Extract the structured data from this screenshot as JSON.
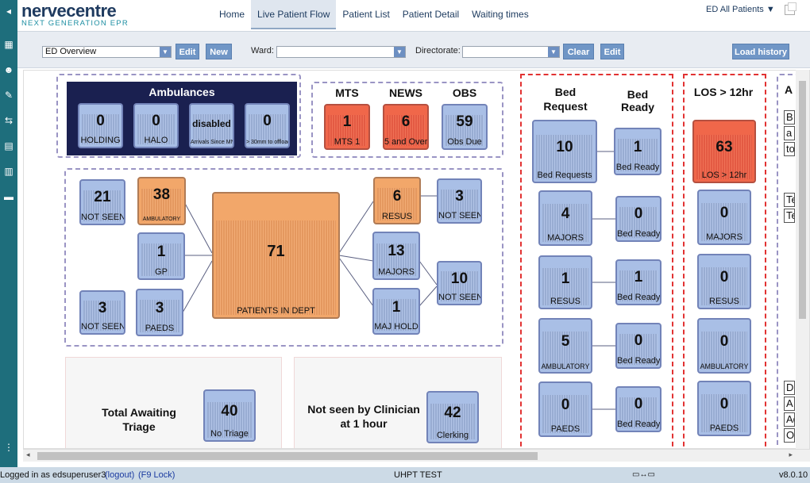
{
  "brand": {
    "name": "nervecentre",
    "sub": "NEXT GENERATION EPR"
  },
  "nav": [
    "Home",
    "Live Patient Flow",
    "Patient List",
    "Patient Detail",
    "Waiting times"
  ],
  "ed_selector": "ED All Patients ▼",
  "toolbar": {
    "view_select": "ED Overview",
    "edit1": "Edit",
    "new": "New",
    "ward_label": "Ward:",
    "directorate_label": "Directorate:",
    "clear": "Clear",
    "edit2": "Edit",
    "load_history": "Load history"
  },
  "ambulances": {
    "title": "Ambulances",
    "tiles": [
      {
        "value": "0",
        "label": "HOLDING"
      },
      {
        "value": "0",
        "label": "HALO"
      },
      {
        "value": "disabled",
        "label": "Arrivals Since MN"
      },
      {
        "value": "0",
        "label": "> 30mm to offload"
      }
    ]
  },
  "triage": {
    "headers": [
      "MTS",
      "NEWS",
      "OBS"
    ],
    "tiles": [
      {
        "value": "1",
        "label": "MTS 1"
      },
      {
        "value": "6",
        "label": "5 and Over"
      },
      {
        "value": "59",
        "label": "Obs Due"
      }
    ]
  },
  "flow": {
    "not_seen_top": {
      "value": "21",
      "label": "NOT SEEN"
    },
    "ambulatory": {
      "value": "38",
      "label": "AMBULATORY"
    },
    "gp": {
      "value": "1",
      "label": "GP"
    },
    "not_seen_paeds": {
      "value": "3",
      "label": "NOT SEEN"
    },
    "paeds": {
      "value": "3",
      "label": "PAEDS"
    },
    "dept": {
      "value": "71",
      "label": "PATIENTS IN DEPT"
    },
    "resus": {
      "value": "6",
      "label": "RESUS"
    },
    "resus_not_seen": {
      "value": "3",
      "label": "NOT SEEN"
    },
    "majors": {
      "value": "13",
      "label": "MAJORS"
    },
    "maj_hold": {
      "value": "1",
      "label": "MAJ HOLD"
    },
    "majors_not_seen": {
      "value": "10",
      "label": "NOT SEEN"
    }
  },
  "awaiting": {
    "title": "Total Awaiting Triage",
    "value": "40",
    "label": "No Triage"
  },
  "notseen1h": {
    "title": "Not seen by Clinician at 1 hour",
    "value": "42",
    "label": "Clerking"
  },
  "beds": {
    "header_request": "Bed Request",
    "header_ready": "Bed Ready",
    "rows": [
      {
        "req": "10",
        "req_label": "Bed Requests",
        "ready": "1",
        "ready_label": "Bed Ready"
      },
      {
        "req": "4",
        "req_label": "MAJORS",
        "ready": "0",
        "ready_label": "Bed Ready"
      },
      {
        "req": "1",
        "req_label": "RESUS",
        "ready": "1",
        "ready_label": "Bed Ready"
      },
      {
        "req": "5",
        "req_label": "AMBULATORY",
        "ready": "0",
        "ready_label": "Bed Ready"
      },
      {
        "req": "0",
        "req_label": "PAEDS",
        "ready": "0",
        "ready_label": "Bed Ready"
      }
    ]
  },
  "los": {
    "header": "LOS > 12hr",
    "tiles": [
      {
        "value": "63",
        "label": "LOS > 12hr"
      },
      {
        "value": "0",
        "label": "MAJORS"
      },
      {
        "value": "0",
        "label": "RESUS"
      },
      {
        "value": "0",
        "label": "AMBULATORY"
      },
      {
        "value": "0",
        "label": "PAEDS"
      }
    ]
  },
  "cutoff": {
    "header": "A",
    "rows_top": [
      "B",
      "a",
      "to"
    ],
    "rows_mid": [
      "Te",
      "Te"
    ],
    "rows_bot": [
      "D",
      "A",
      "Ad",
      "O"
    ]
  },
  "status": {
    "logged": "Logged in as edsuperuser3",
    "logout": "(logout)",
    "lock": "(F9 Lock)",
    "center": "UHPT TEST",
    "version": "v8.0.10"
  },
  "colors": {
    "rail": "#1e6e7c",
    "tile_blue": "#a9bfe6",
    "tile_orange": "#f2a76a",
    "tile_red": "#f0674a",
    "button": "#7096c6"
  }
}
